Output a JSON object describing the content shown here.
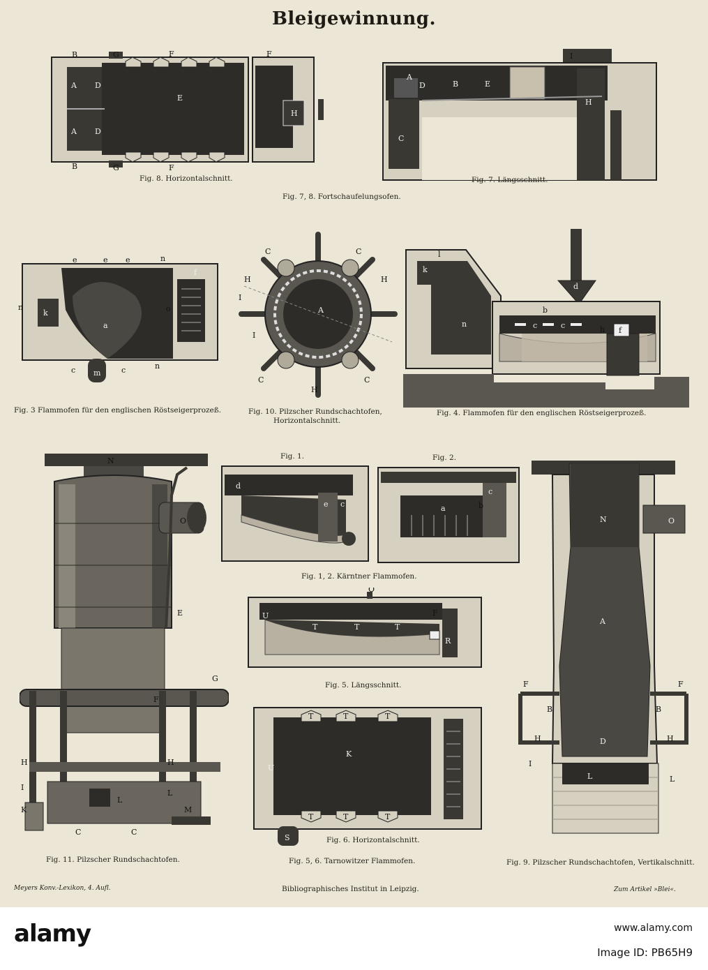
{
  "title": "Bleigewinnung.",
  "captions": {
    "fig8": "Fig. 8. Horizontalschnitt.",
    "fig7": "Fig. 7. Längsschnitt.",
    "fig78": "Fig. 7, 8. Fortschaufelungsofen.",
    "fig3": "Fig. 3 Flammofen für den englischen Röstseigerprozeß.",
    "fig10a": "Fig. 10. Pilzscher Rundschachtofen,",
    "fig10b": "Horizontalschnitt.",
    "fig4": "Fig. 4. Flammofen für den englischen Röstseigerprozeß.",
    "fig1": "Fig. 1.",
    "fig2": "Fig. 2.",
    "fig12": "Fig. 1, 2. Kärntner Flammofen.",
    "fig5": "Fig. 5. Längsschnitt.",
    "fig6": "Fig. 6. Horizontalschnitt.",
    "fig56": "Fig. 5, 6. Tarnowitzer Flammofen.",
    "fig11": "Fig. 11. Pilzscher Rundschachtofen.",
    "fig9": "Fig. 9. Pilzscher Rundschachtofen, Vertikalschnitt."
  },
  "plate_footer": {
    "left": "Meyers Konv.-Lexikon, 4. Aufl.",
    "center": "Bibliographisches Institut in Leipzig.",
    "right": "Zum Artikel »Blei«."
  },
  "fig_labels": {
    "fig8": [
      "B",
      "G",
      "F",
      "F",
      "A",
      "D",
      "E",
      "H",
      "A",
      "D",
      "B",
      "G",
      "F"
    ],
    "fig7": [
      "I",
      "A",
      "D",
      "B",
      "E",
      "H",
      "C"
    ],
    "fig3": [
      "e",
      "e",
      "e",
      "n",
      "f",
      "k",
      "a",
      "n",
      "o",
      "c",
      "m",
      "c",
      "n"
    ],
    "fig10": [
      "C",
      "C",
      "H",
      "H",
      "I",
      "A",
      "I",
      "C",
      "H",
      "C"
    ],
    "fig4": [
      "l",
      "k",
      "d",
      "b",
      "n",
      "c",
      "c",
      "f",
      "h"
    ],
    "fig11": [
      "N",
      "O",
      "E",
      "G",
      "F",
      "H",
      "H",
      "I",
      "L",
      "K",
      "L",
      "M",
      "C",
      "C"
    ],
    "fig1": [
      "d",
      "e",
      "c"
    ],
    "fig2": [
      "a",
      "b",
      "c"
    ],
    "fig5": [
      "O",
      "U",
      "T",
      "T",
      "T",
      "F",
      "R"
    ],
    "fig6": [
      "T",
      "T",
      "T",
      "K",
      "U",
      "T",
      "T",
      "T",
      "S"
    ],
    "fig9": [
      "N",
      "O",
      "A",
      "F",
      "F",
      "B",
      "B",
      "H",
      "H",
      "D",
      "I",
      "L",
      "L"
    ]
  },
  "watermark": {
    "brand": "alamy",
    "image_id": "Image ID: PB65H9",
    "url": "www.alamy.com"
  },
  "colors": {
    "paper": "#ece6d6",
    "ink": "#231f18",
    "dark_fill": "#3a3832",
    "light_fill": "#d6d0c0"
  }
}
